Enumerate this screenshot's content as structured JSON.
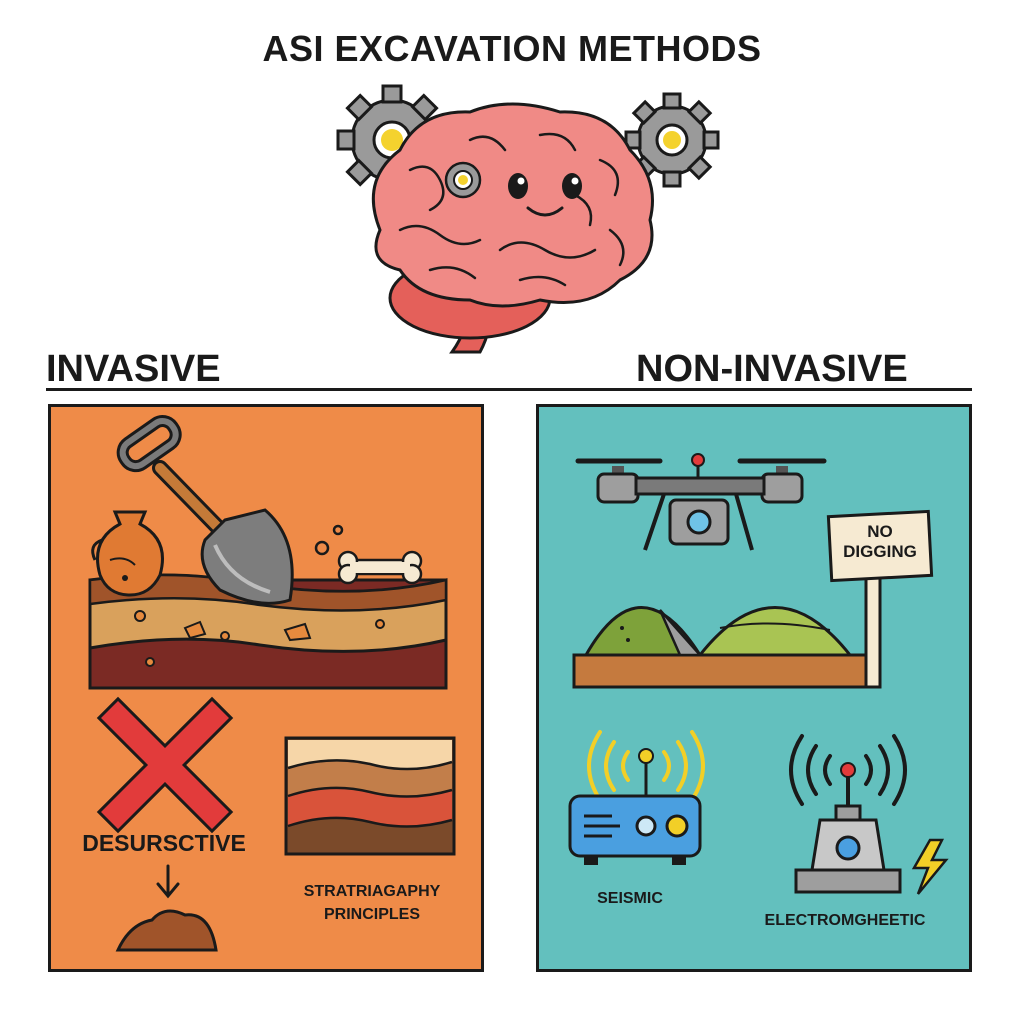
{
  "title": "ASI EXCAVATION METHODS",
  "sections": {
    "invasive": {
      "heading": "INVASIVE",
      "destructive_label": "DESURSCTIVE",
      "stratigraphy_line1": "STRATRIAGAPHY",
      "stratigraphy_line2": "PRINCIPLES"
    },
    "non_invasive": {
      "heading": "NON-INVASIVE",
      "sign_line1": "NO",
      "sign_line2": "DIGGING",
      "seismic_label": "SEISMIC",
      "em_label": "ELECTROMGHEETIC"
    }
  },
  "colors": {
    "invasive_panel": "#ef8b48",
    "non_invasive_panel": "#63c0be",
    "brain": "#f08a86",
    "cross": "#e23b3b"
  },
  "icons": [
    "brain-icon",
    "gear-icon",
    "shovel-icon",
    "vase-icon",
    "bone-icon",
    "soil-layers-icon",
    "cross-icon",
    "arrow-down-icon",
    "dirt-pile-icon",
    "drone-icon",
    "hills-icon",
    "sign-icon",
    "seismic-device-icon",
    "em-detector-icon",
    "lightning-icon"
  ]
}
